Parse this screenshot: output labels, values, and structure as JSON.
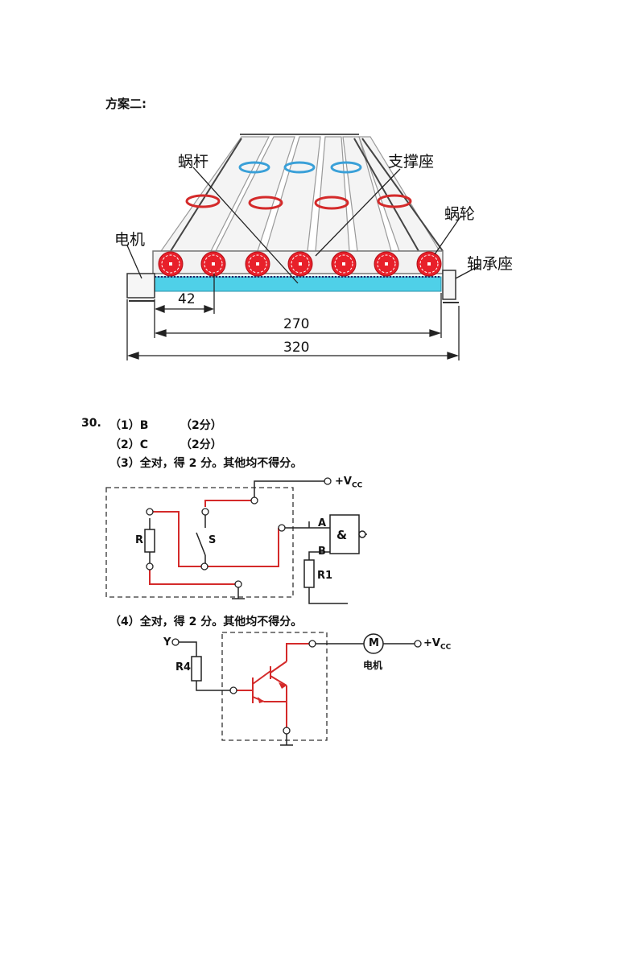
{
  "plan": {
    "heading": "方案二:",
    "labels": {
      "worm": "蜗杆",
      "support": "支撑座",
      "worm_wheel": "蜗轮",
      "motor": "电机",
      "bearing": "轴承座"
    },
    "dimensions": {
      "d1": "42",
      "d2": "270",
      "d3": "320"
    }
  },
  "q30": {
    "number": "30.",
    "a1": "（1）B",
    "a1_score": "（2分）",
    "a2": "（2）C",
    "a2_score": "（2分）",
    "a3": "（3）全对，得 2 分。其他均不得分。",
    "a4": "（4）全对，得 2 分。其他均不得分。"
  },
  "circuit1": {
    "vcc": "+V",
    "vcc_sub": "CC",
    "r": "R",
    "s": "S",
    "a": "A",
    "b": "B",
    "gate": "&",
    "r1": "R1"
  },
  "circuit2": {
    "y": "Y",
    "r4": "R4",
    "motor": "M",
    "motor_label": "电机",
    "vcc": "+V",
    "vcc_sub": "CC"
  },
  "colors": {
    "gear": "#e8202a",
    "shaft": "#4fd0e8",
    "wire_red": "#d42a2a",
    "ring_blue": "#3aa0d8"
  }
}
